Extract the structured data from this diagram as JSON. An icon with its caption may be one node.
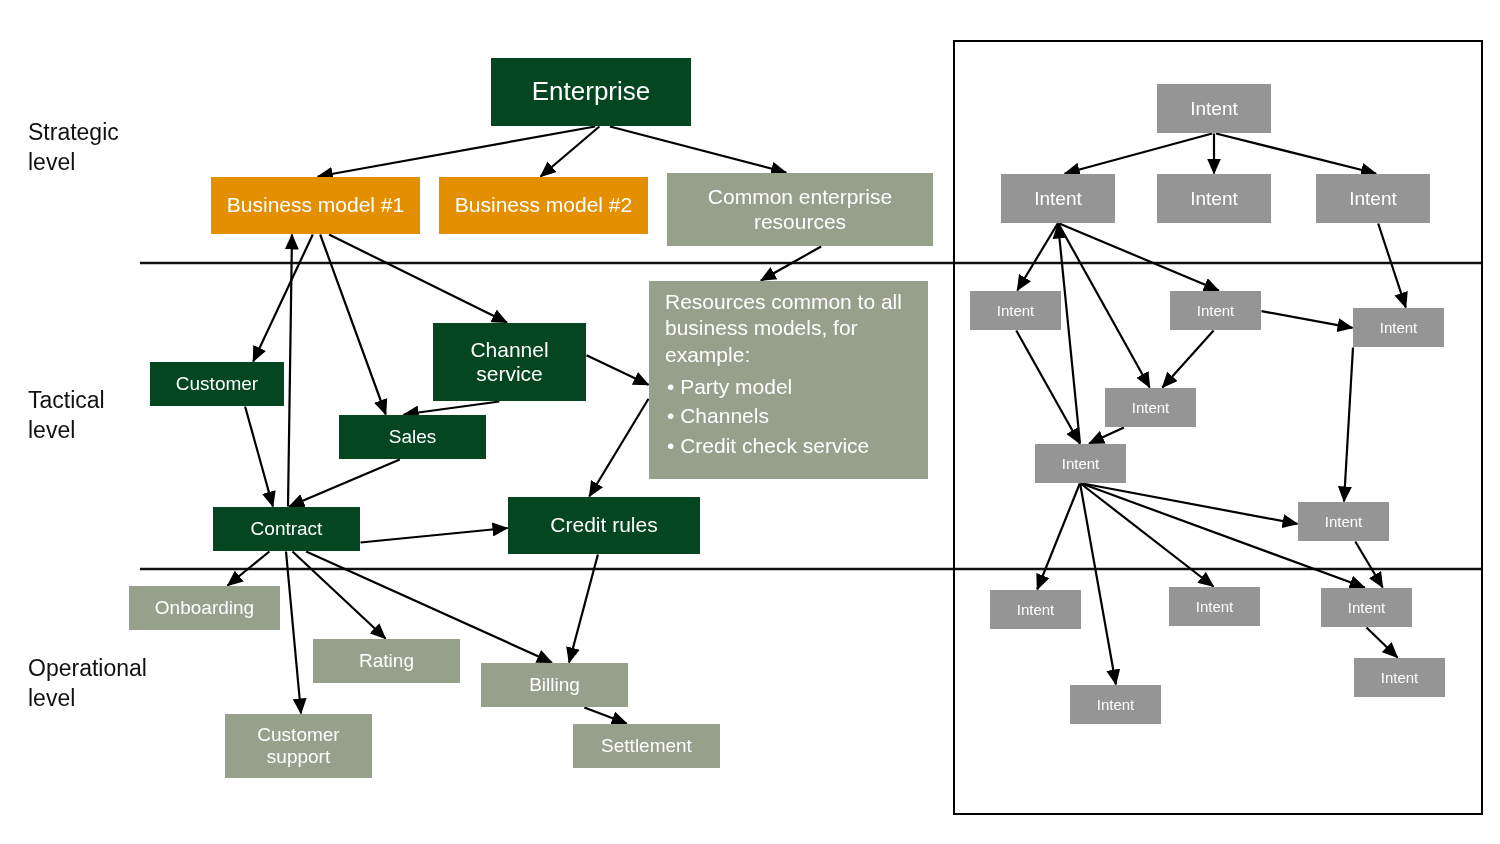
{
  "diagram": {
    "nodes": [
      {
        "text": [
          "Enterprise"
        ]
      },
      {
        "text": [
          "Business model #1"
        ]
      },
      {
        "text": [
          "Business model #2"
        ]
      },
      {
        "text": [
          "Common enterprise resources"
        ]
      },
      {
        "text": [
          "Resources common to all business models, for example:",
          "• Party model",
          "• Channels",
          "• Credit check service"
        ]
      },
      {
        "text": [
          "Channel service"
        ]
      },
      {
        "text": [
          "Customer"
        ]
      },
      {
        "text": [
          "Sales"
        ]
      },
      {
        "text": [
          "Contract"
        ]
      },
      {
        "text": [
          "Credit rules"
        ]
      },
      {
        "text": [
          "Onboarding"
        ]
      },
      {
        "text": [
          "Rating"
        ]
      },
      {
        "text": [
          "Billing"
        ]
      },
      {
        "text": [
          "Customer support"
        ]
      },
      {
        "text": [
          "Settlement"
        ]
      },
      {
        "text": [],
        "shape": "box"
      },
      {
        "text": [
          "Intent"
        ],
        "in": 15
      },
      {
        "text": [
          "Intent"
        ],
        "in": 15
      },
      {
        "text": [
          "Intent"
        ],
        "in": 15
      },
      {
        "text": [
          "Intent"
        ],
        "in": 15
      },
      {
        "text": [
          "Intent"
        ],
        "in": 15
      },
      {
        "text": [
          "Intent"
        ],
        "in": 15
      },
      {
        "text": [
          "Intent"
        ],
        "in": 15
      },
      {
        "text": [
          "Intent"
        ],
        "in": 15
      },
      {
        "text": [
          "Intent"
        ],
        "in": 15
      },
      {
        "text": [
          "Intent"
        ],
        "in": 15
      },
      {
        "text": [
          "Intent"
        ],
        "in": 15
      },
      {
        "text": [
          "Intent"
        ],
        "in": 15
      },
      {
        "text": [
          "Intent"
        ],
        "in": 15
      },
      {
        "text": [
          "Intent"
        ],
        "in": 15
      },
      {
        "text": [
          "Intent"
        ],
        "in": 15
      }
    ],
    "edges": [
      {
        "from": 0,
        "to": 1,
        "arrow": "to"
      },
      {
        "from": 0,
        "to": 2,
        "arrow": "to"
      },
      {
        "from": 0,
        "to": 3,
        "arrow": "to"
      },
      {
        "from": 1,
        "to": 6,
        "arrow": "to"
      },
      {
        "from": 1,
        "to": 7,
        "arrow": "to"
      },
      {
        "from": 1,
        "to": 5,
        "arrow": "to"
      },
      {
        "from": 8,
        "to": 1,
        "arrow": "to"
      },
      {
        "from": 3,
        "to": 4,
        "arrow": "to"
      },
      {
        "from": 5,
        "to": 4,
        "arrow": "to"
      },
      {
        "from": 5,
        "to": 7,
        "arrow": "to"
      },
      {
        "from": 4,
        "to": 9,
        "arrow": "to"
      },
      {
        "from": 6,
        "to": 8,
        "arrow": "to"
      },
      {
        "from": 7,
        "to": 8,
        "arrow": "to"
      },
      {
        "from": 8,
        "to": 9,
        "arrow": "to"
      },
      {
        "from": 8,
        "to": 10,
        "arrow": "to"
      },
      {
        "from": 8,
        "to": 13,
        "arrow": "to"
      },
      {
        "from": 8,
        "to": 11,
        "arrow": "to"
      },
      {
        "from": 8,
        "to": 12,
        "arrow": "to"
      },
      {
        "from": 9,
        "to": 12,
        "arrow": "to"
      },
      {
        "from": 12,
        "to": 14,
        "arrow": "to"
      },
      {
        "from": 16,
        "to": 17,
        "arrow": "to"
      },
      {
        "from": 16,
        "to": 18,
        "arrow": "to"
      },
      {
        "from": 16,
        "to": 19,
        "arrow": "to"
      },
      {
        "from": 17,
        "to": 20,
        "arrow": "to"
      },
      {
        "from": 17,
        "to": 21,
        "arrow": "to"
      },
      {
        "from": 17,
        "to": 23,
        "arrow": "to"
      },
      {
        "from": 24,
        "to": 17,
        "arrow": "to"
      },
      {
        "from": 20,
        "to": 24,
        "arrow": "to"
      },
      {
        "from": 21,
        "to": 23,
        "arrow": "to"
      },
      {
        "from": 21,
        "to": 22,
        "arrow": "to"
      },
      {
        "from": 19,
        "to": 22,
        "arrow": "to"
      },
      {
        "from": 23,
        "to": 24,
        "arrow": "to"
      },
      {
        "from": 22,
        "to": 25,
        "arrow": "to"
      },
      {
        "from": 24,
        "to": 25,
        "arrow": "to"
      },
      {
        "from": 24,
        "to": 26,
        "arrow": "to"
      },
      {
        "from": 24,
        "to": 29,
        "arrow": "to"
      },
      {
        "from": 24,
        "to": 27,
        "arrow": "to"
      },
      {
        "from": 24,
        "to": 28,
        "arrow": "to"
      },
      {
        "from": 25,
        "to": 28,
        "arrow": "to"
      },
      {
        "from": 28,
        "to": 30,
        "arrow": "to"
      }
    ],
    "labels": [
      "Strategic level",
      "Tactical level",
      "Operational level"
    ]
  }
}
